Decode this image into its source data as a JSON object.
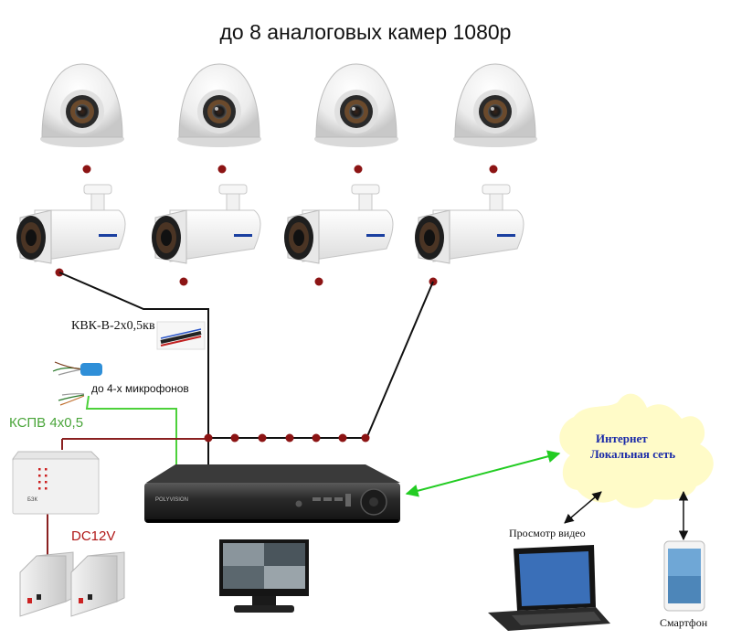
{
  "title": "до 8 аналоговых камер 1080р",
  "labels": {
    "cable_camera": "КВК-В-2х0,5кв",
    "microphones": "до 4-х микрофонов",
    "cable_mic": "КСПВ 4х0,5",
    "power": "DC12V",
    "cloud_line1": "Интернет",
    "cloud_line2": "Локальная сеть",
    "laptop_caption": "Просмотр видео",
    "phone_caption": "Смартфон"
  },
  "devices": {
    "brand": "POLYVISION",
    "power_box_label": "БЗК"
  },
  "colors": {
    "cable_black": "#111111",
    "mic_wire": "#4cd13a",
    "power_wire": "#8a2020",
    "connector": "#8c1414",
    "mic_label": "#4aa53a",
    "power_label": "#b01818",
    "network_link": "#22cc22",
    "cloud_fill": "#fffbc8",
    "cloud_text": "#1a2aa8"
  },
  "icons": {
    "dome_camera": "dome-camera-icon",
    "bullet_camera": "bullet-camera-icon",
    "recorder": "dvr-icon",
    "monitor": "monitor-icon",
    "laptop": "laptop-icon",
    "smartphone": "smartphone-icon",
    "power_supply": "power-supply-icon",
    "microphone": "microphone-icon",
    "cable_sample": "coax-cable-icon"
  }
}
